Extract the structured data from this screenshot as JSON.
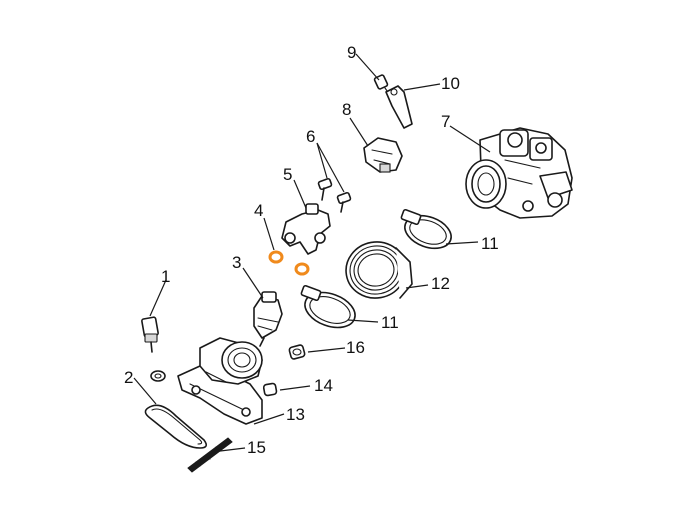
{
  "callouts": [
    {
      "id": "c9",
      "text": "9"
    },
    {
      "id": "c10",
      "text": "10"
    },
    {
      "id": "c8",
      "text": "8"
    },
    {
      "id": "c7",
      "text": "7"
    },
    {
      "id": "c6",
      "text": "6"
    },
    {
      "id": "c5",
      "text": "5"
    },
    {
      "id": "c4",
      "text": "4"
    },
    {
      "id": "c11a",
      "text": "11"
    },
    {
      "id": "c3",
      "text": "3"
    },
    {
      "id": "c12",
      "text": "12"
    },
    {
      "id": "c1",
      "text": "1"
    },
    {
      "id": "c11b",
      "text": "11"
    },
    {
      "id": "c16",
      "text": "16"
    },
    {
      "id": "c2",
      "text": "2"
    },
    {
      "id": "c14",
      "text": "14"
    },
    {
      "id": "c13",
      "text": "13"
    },
    {
      "id": "c15",
      "text": "15"
    }
  ],
  "colors": {
    "line": "#1a1a1a",
    "oring_highlight": "#f08a1c",
    "background": "#ffffff"
  }
}
